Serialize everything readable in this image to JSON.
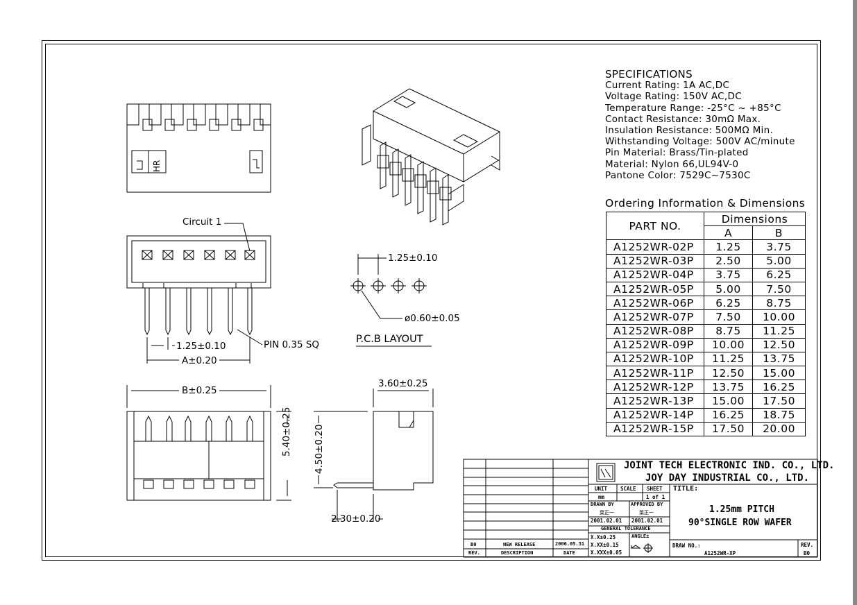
{
  "specifications": {
    "heading": "SPECIFICATIONS",
    "lines": [
      "Current Rating: 1A AC,DC",
      "Voltage Rating: 150V AC,DC",
      "Temperature Range: -25°C ~ +85°C",
      "Contact Resistance: 30mΩ Max.",
      "Insulation Resistance: 500MΩ Min.",
      "Withstanding Voltage: 500V AC/minute",
      "Pin Material: Brass/Tin-plated",
      "Material: Nylon 66,UL94V-0",
      "Pantone Color: 7529C~7530C"
    ]
  },
  "ordering": {
    "title": "Ordering Information & Dimensions",
    "col_part": "PART NO.",
    "col_dims": "Dimensions",
    "col_a": "A",
    "col_b": "B",
    "rows": [
      {
        "part": "A1252WR-02P",
        "a": "1.25",
        "b": "3.75"
      },
      {
        "part": "A1252WR-03P",
        "a": "2.50",
        "b": "5.00"
      },
      {
        "part": "A1252WR-04P",
        "a": "3.75",
        "b": "6.25"
      },
      {
        "part": "A1252WR-05P",
        "a": "5.00",
        "b": "7.50"
      },
      {
        "part": "A1252WR-06P",
        "a": "6.25",
        "b": "8.75"
      },
      {
        "part": "A1252WR-07P",
        "a": "7.50",
        "b": "10.00"
      },
      {
        "part": "A1252WR-08P",
        "a": "8.75",
        "b": "11.25"
      },
      {
        "part": "A1252WR-09P",
        "a": "10.00",
        "b": "12.50"
      },
      {
        "part": "A1252WR-10P",
        "a": "11.25",
        "b": "13.75"
      },
      {
        "part": "A1252WR-11P",
        "a": "12.50",
        "b": "15.00"
      },
      {
        "part": "A1252WR-12P",
        "a": "13.75",
        "b": "16.25"
      },
      {
        "part": "A1252WR-13P",
        "a": "15.00",
        "b": "17.50"
      },
      {
        "part": "A1252WR-14P",
        "a": "16.25",
        "b": "18.75"
      },
      {
        "part": "A1252WR-15P",
        "a": "17.50",
        "b": "20.00"
      }
    ]
  },
  "drawing_labels": {
    "circuit1": "Circuit 1",
    "pitch": "1.25±0.10",
    "pin": "PIN 0.35 SQ",
    "a_dim": "A±0.20",
    "pcb_pitch": "1.25±0.10",
    "pcb_hole": "ø0.60±0.05",
    "pcb_layout": "P.C.B LAYOUT",
    "b_dim": "B±0.25",
    "h540": "5.40±0.25",
    "h450": "4.50±0.20",
    "w360": "3.60±0.25",
    "w230": "2.30±0.20",
    "hr_mark": "HR"
  },
  "title_block": {
    "company1": "JOINT TECH ELECTRONIC IND. CO., LTD.",
    "company2": "JOY DAY INDUSTRIAL CO., LTD.",
    "unit_label": "UNIT",
    "scale_label": "SCALE",
    "sheet_label": "SHEET",
    "title_label": "TITLE:",
    "unit_value": "mm",
    "sheet_value": "1 of 1",
    "drawn_by_label": "DRAWN BY",
    "approved_by_label": "APPROVED BY",
    "drawn_by_name": "葉正一",
    "approved_by_name": "葉正一",
    "drawn_date": "2001.02.01",
    "approved_date": "2001.02.01",
    "general_tolerance": "GENERAL TOLERANCE",
    "tol1": "X.X±0.25",
    "tol2": "X.XX±0.15",
    "tol3": "X.XXX±0.05",
    "angle": "ANGLE±",
    "title_line1": "1.25mm PITCH",
    "title_line2": "90°SINGLE ROW WAFER",
    "draw_no_label": "DRAW NO.:",
    "draw_no": "A1252WR-XP",
    "rev_label": "REV.",
    "rev_value": "B0",
    "revision_rev": "B0",
    "revision_desc": "NEW RELEASE",
    "revision_date": "2006.05.31",
    "col_rev": "REV.",
    "col_desc": "DESCRIPTION",
    "col_date": "DATE"
  }
}
